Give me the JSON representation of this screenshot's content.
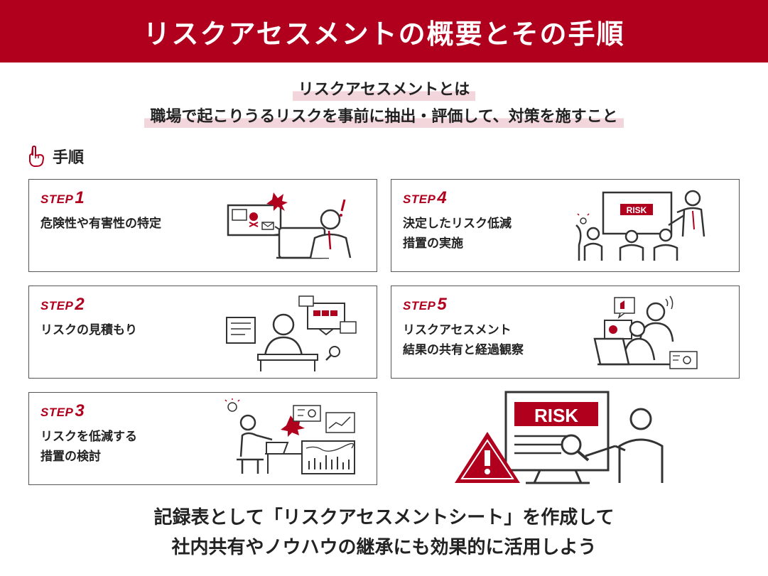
{
  "title": "リスクアセスメントの概要とその手順",
  "definition": {
    "line1": "リスクアセスメントとは",
    "line2": "職場で起こりうるリスクを事前に抽出・評価して、対策を施すこと"
  },
  "steps_heading": "手順",
  "steps": [
    {
      "step": "STEP",
      "num": "1",
      "text": "危険性や有害性の特定"
    },
    {
      "step": "STEP",
      "num": "2",
      "text": "リスクの見積もり"
    },
    {
      "step": "STEP",
      "num": "3",
      "text": "リスクを低減する\n措置の検討"
    },
    {
      "step": "STEP",
      "num": "4",
      "text": "決定したリスク低減\n措置の実施"
    },
    {
      "step": "STEP",
      "num": "5",
      "text": "リスクアセスメント\n結果の共有と経過観察"
    }
  ],
  "risk_sign_small": "RISK",
  "risk_sign_large": "RISK",
  "closing": {
    "line1": "記録表として「リスクアセスメントシート」を作成して",
    "line2": "社内共有やノウハウの継承にも効果的に活用しよう"
  },
  "colors": {
    "accent": "#b0001e",
    "highlight": "#f2d6db",
    "text": "#222222",
    "line": "#333333"
  }
}
